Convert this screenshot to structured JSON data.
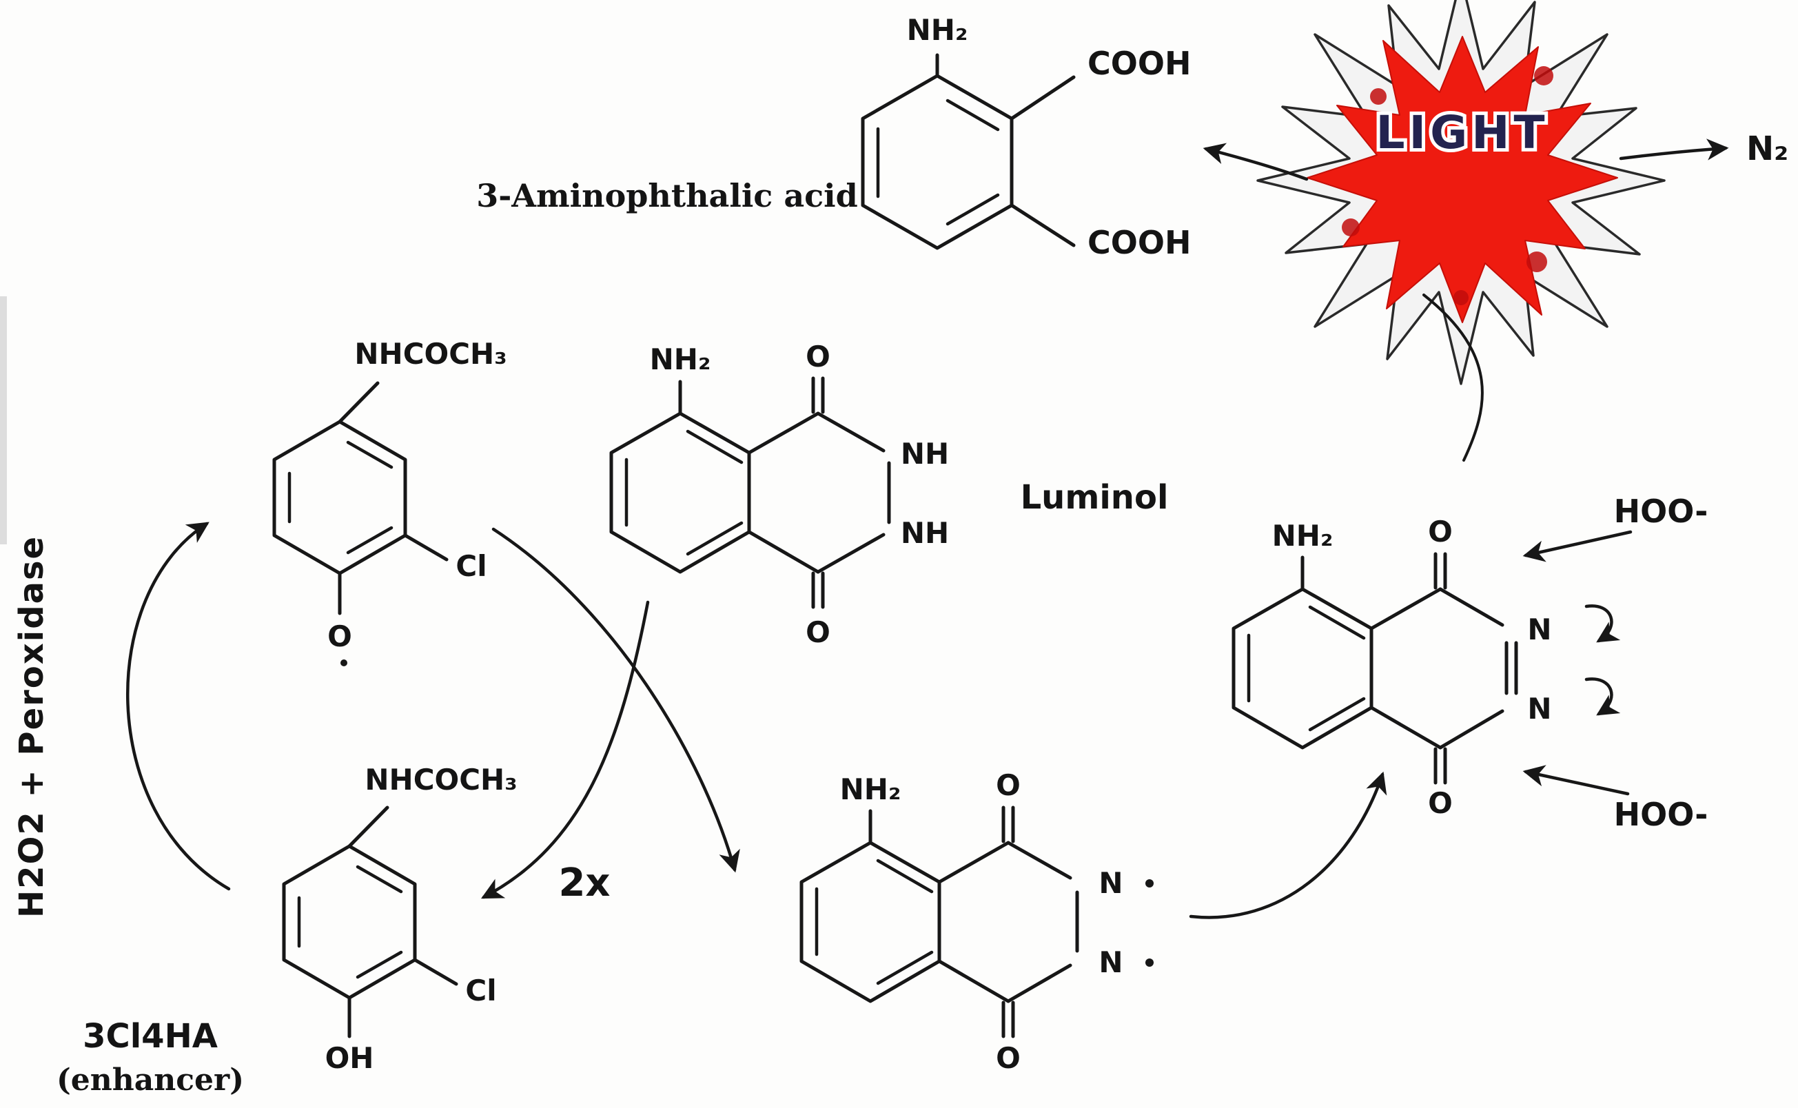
{
  "colors": {
    "ink": "#171717",
    "burst_red": "#ee1b10",
    "light_text": "#23234f"
  },
  "top": {
    "acid_label": "3-Aminophthalic acid",
    "acid": {
      "nh2": "NH₂",
      "cooh_top": "COOH",
      "cooh_bottom": "COOH"
    },
    "light": "LIGHT",
    "n2": "N₂"
  },
  "left": {
    "peroxidase": "H2O2 + Peroxidase",
    "enhancer_name": "3Cl4HA",
    "enhancer_sub": "(enhancer)",
    "stoich": "2x",
    "phenoxy": {
      "nhcoch3": "NHCOCH₃",
      "cl": "Cl",
      "o": "O"
    },
    "phenol": {
      "nhcoch3": "NHCOCH₃",
      "cl": "Cl",
      "oh": "OH"
    }
  },
  "luminol": {
    "label": "Luminol",
    "nh2": "NH₂",
    "o_top": "O",
    "nh_top": "NH",
    "nh_bottom": "NH",
    "o_bottom": "O"
  },
  "radical": {
    "nh2": "NH₂",
    "o_top": "O",
    "n_top": "N",
    "n_bottom": "N",
    "o_bottom": "O"
  },
  "diaza": {
    "nh2": "NH₂",
    "o_top": "O",
    "n_top": "N",
    "n_bottom": "N",
    "o_bottom": "O",
    "hoo_top": "HOO-",
    "hoo_bottom": "HOO-"
  }
}
